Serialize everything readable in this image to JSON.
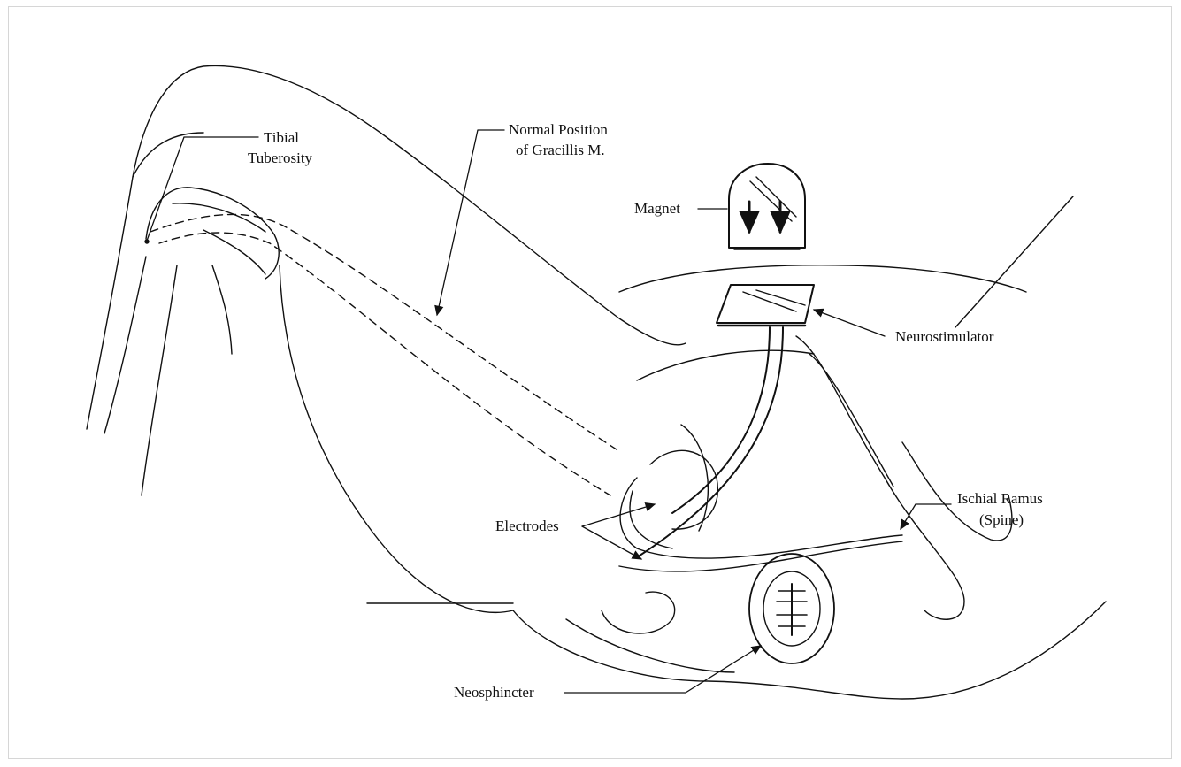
{
  "labels": {
    "tibial_tuberosity_line1": "Tibial",
    "tibial_tuberosity_line2": "Tuberosity",
    "normal_position_line1": "Normal Position",
    "normal_position_line2": "of Gracillis M.",
    "magnet": "Magnet",
    "neurostimulator": "Neurostimulator",
    "electrodes": "Electrodes",
    "ischial_ramus_line1": "Ischial Ramus",
    "ischial_ramus_line2": "(Spine)",
    "neosphincter": "Neosphincter"
  },
  "colors": {
    "ink": "#111111",
    "frame": "#d6d6d6"
  }
}
